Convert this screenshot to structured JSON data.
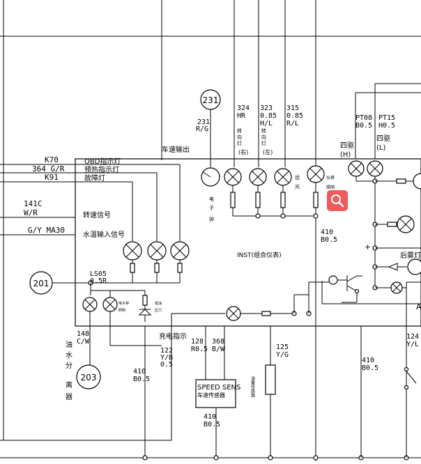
{
  "connectors": {
    "c231": "231",
    "c201": "201",
    "c203": "203"
  },
  "wires": {
    "w231_code": "231",
    "w231_color": "R/G",
    "w324_code": "324",
    "w324_color": "HR",
    "w323_code": "323",
    "w323_size": "0.85",
    "w323_color": "H/L",
    "w315_code": "315",
    "w315_size": "0.85",
    "w315_color": "R/L",
    "pt08_code": "PT08",
    "pt08_color": "B0.5",
    "pt15_code": "PT15",
    "pt15_color": "H0.5",
    "k70": "K70",
    "w364": "364 G/R",
    "k91": "K91",
    "w141c": "141C",
    "w141c_color": "W/R",
    "ma30": "G/Y  MA30",
    "ls05": "LS05",
    "ls05_size": "0.5R",
    "w148": "148",
    "w148_color": "C/W",
    "w122": "122",
    "w122_color": "Y/B",
    "w122_size": "0.5",
    "w128": "128",
    "w128_size": "R0.5",
    "w368": "368",
    "w368_color": "B/W",
    "w125": "125",
    "w125_color": "Y/G",
    "w124": "124",
    "w124_color": "Y/L",
    "w410_a": "410",
    "w410_a_size": "B0.5",
    "w410_b": "410",
    "w410_b_size": "B0.5",
    "w410_c": "410",
    "w410_c_size": "B0.5",
    "w410_d": "410",
    "w410_d_size": "B0.5"
  },
  "labels": {
    "speed_out": "车速输出",
    "obd_lamp": "OBD指示灯",
    "preheat_lamp": "预热指示灯",
    "fault_lamp": "故障灯",
    "speed_signal": "转速信号",
    "water_temp": "水温输入信号",
    "inst": "INST(组合仪表)",
    "charge": "充电指示",
    "fourwd_h": "四驱",
    "fourwd_h_sub": "(H)",
    "fourwd_l": "四驱",
    "fourwd_l_sub": "(L)",
    "rear_fog": "后雾灯",
    "a_mark": "A",
    "plus_mark": "+",
    "speed_sens": "SPEED SENS",
    "speed_sens_cn": "车速传感器",
    "fuel_sensor": "油量传感器",
    "oil_water_1": "油",
    "oil_water_2": "水",
    "oil_water_3": "分",
    "oil_water_4": "离",
    "oil_water_5": "器",
    "tacho_1": "电",
    "tacho_2": "子",
    "tacho_3": "钟",
    "turn_r_1": "转",
    "turn_r_2": "向",
    "turn_r_3": "灯",
    "turn_r_4": "(右)",
    "turn_l_1": "转",
    "turn_l_2": "向",
    "turn_l_3": "灯",
    "turn_l_4": "(左)",
    "far_1": "远",
    "far_2": "光",
    "inst_light_1": "仪表",
    "inst_light_2": "照明",
    "small_1": "电子钟",
    "small_2": "照明",
    "small_3": "低油",
    "small_4": "压力"
  },
  "icons": {
    "zoom": "magnifier-icon"
  }
}
